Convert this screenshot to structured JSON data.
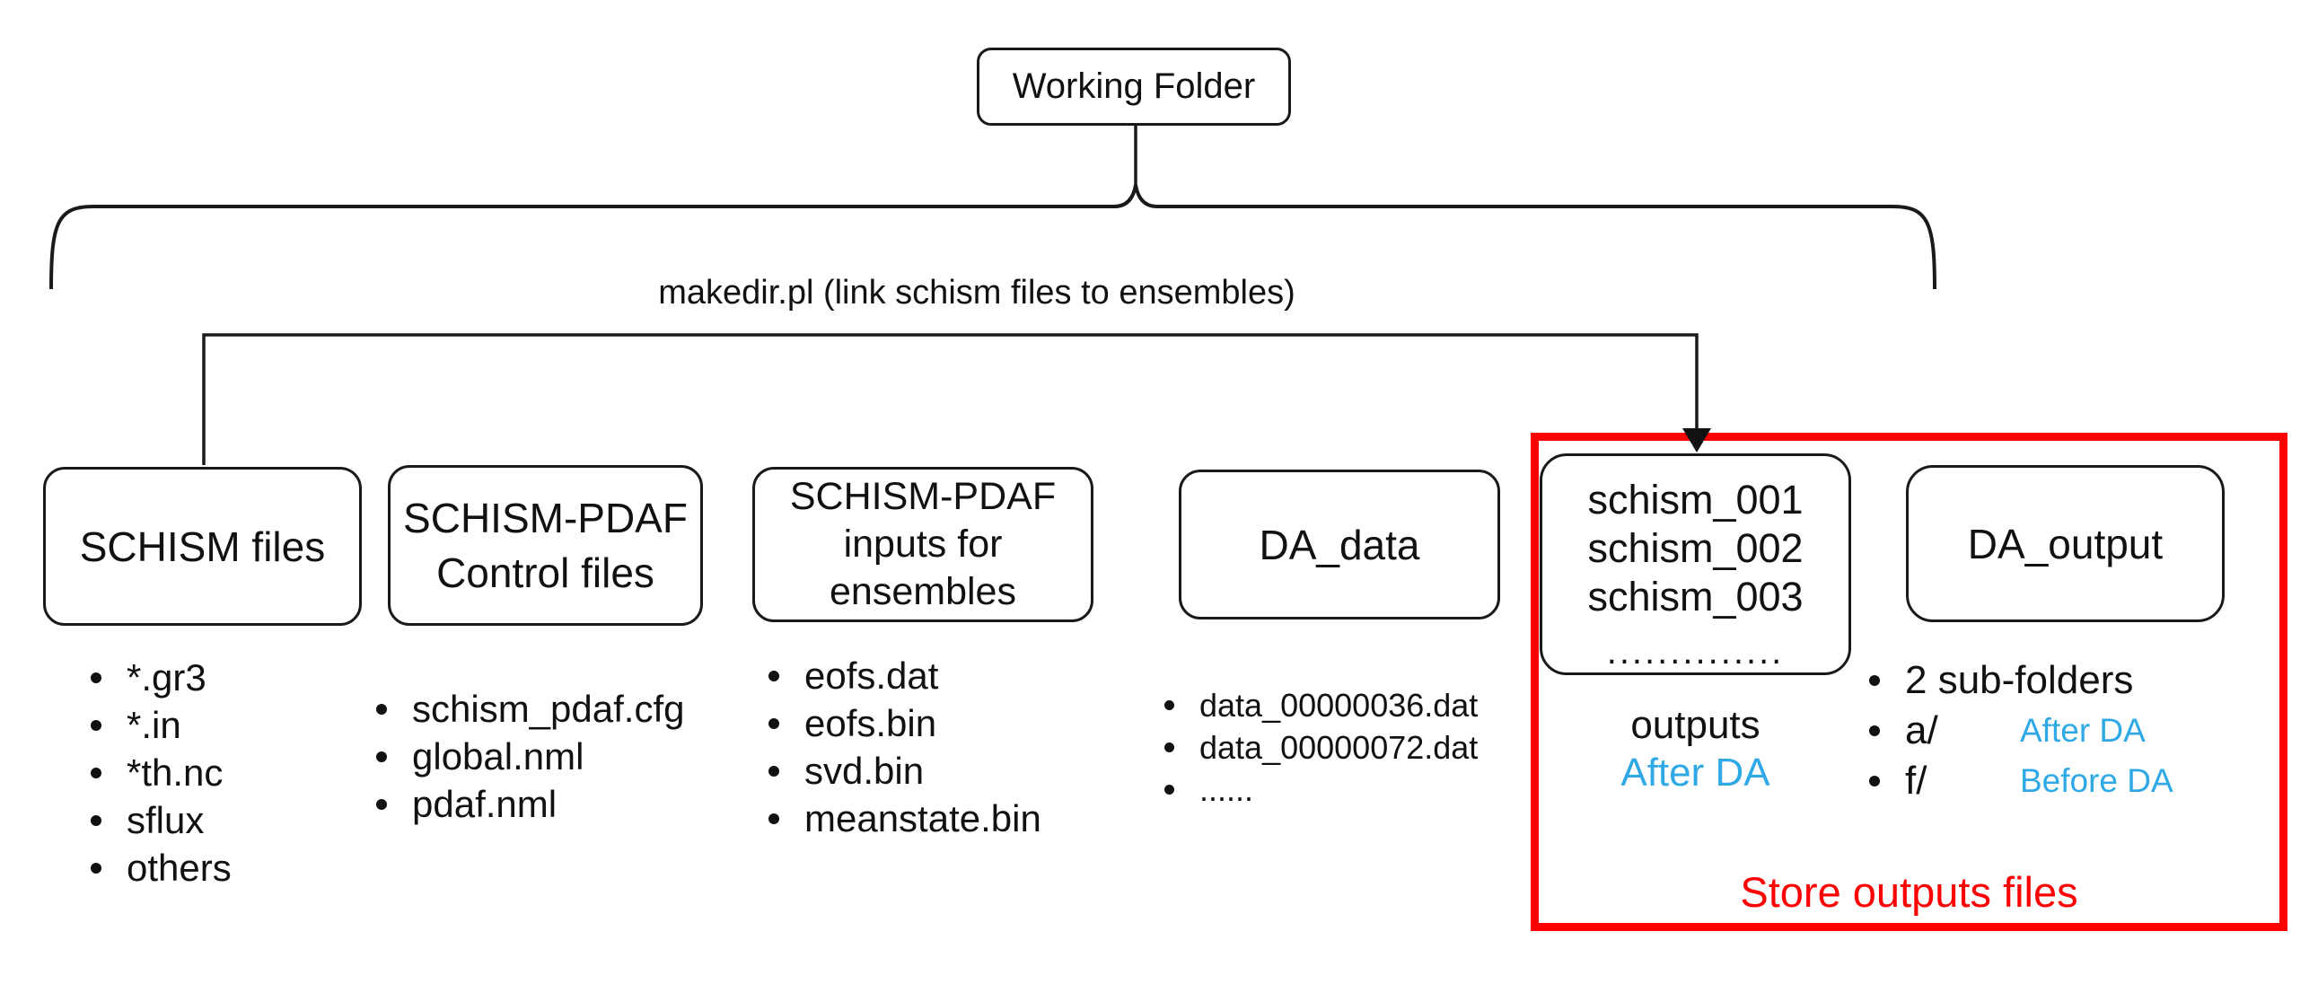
{
  "root": {
    "title": "Working Folder"
  },
  "brace_label": "makedir.pl (link schism files to ensembles)",
  "colors": {
    "line_black": "#111111",
    "accent_blue": "#2EA9E5",
    "highlight_red": "#FF0000"
  },
  "boxes": {
    "schism_files": {
      "label": "SCHISM files"
    },
    "control_files": {
      "line1": "SCHISM-PDAF",
      "line2": "Control files"
    },
    "ensemble_inputs": {
      "line1": "SCHISM-PDAF",
      "line2": "inputs for",
      "line3": "ensembles"
    },
    "da_data": {
      "label": "DA_data"
    },
    "ensembles": {
      "lines": [
        "schism_001",
        "schism_002",
        "schism_003"
      ],
      "ellipsis": ".............."
    },
    "da_output": {
      "label": "DA_output"
    }
  },
  "lists": {
    "schism_files": [
      "*.gr3",
      "*.in",
      "*th.nc",
      "sflux",
      "others"
    ],
    "control_files": [
      "schism_pdaf.cfg",
      "global.nml",
      "pdaf.nml"
    ],
    "ensemble_inputs": [
      "eofs.dat",
      "eofs.bin",
      "svd.bin",
      "meanstate.bin"
    ],
    "da_data": [
      "data_00000036.dat",
      "data_00000072.dat",
      "......"
    ],
    "da_output": [
      {
        "text": "2 sub-folders",
        "note": ""
      },
      {
        "text": "a/",
        "note": "After DA"
      },
      {
        "text": "f/",
        "note": "Before DA"
      }
    ]
  },
  "ensembles_caption": {
    "line1": "outputs",
    "line2": "After DA"
  },
  "highlight": {
    "caption": "Store outputs files"
  }
}
